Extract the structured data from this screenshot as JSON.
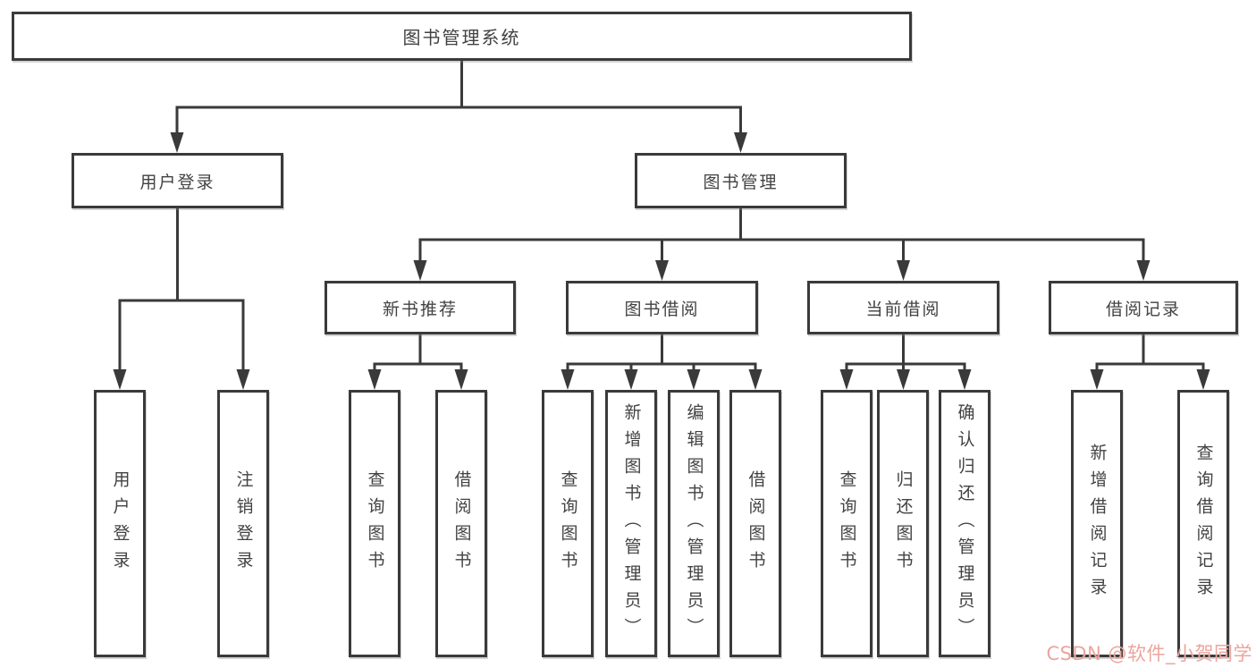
{
  "title": "图书管理系统",
  "tree": {
    "label": "图书管理系统",
    "children": [
      {
        "label": "用户登录",
        "children": [
          {
            "label": "用户登录"
          },
          {
            "label": "注销登录"
          }
        ]
      },
      {
        "label": "图书管理",
        "children": [
          {
            "label": "新书推荐",
            "children": [
              {
                "label": "查询图书"
              },
              {
                "label": "借阅图书"
              }
            ]
          },
          {
            "label": "图书借阅",
            "children": [
              {
                "label": "查询图书"
              },
              {
                "label": "新增图书（管理员）"
              },
              {
                "label": "编辑图书（管理员）"
              },
              {
                "label": "借阅图书"
              }
            ]
          },
          {
            "label": "当前借阅",
            "children": [
              {
                "label": "查询图书"
              },
              {
                "label": "归还图书"
              },
              {
                "label": "确认归还（管理员）"
              }
            ]
          },
          {
            "label": "借阅记录",
            "children": [
              {
                "label": "新增借阅记录"
              },
              {
                "label": "查询借阅记录"
              }
            ]
          }
        ]
      }
    ]
  },
  "watermark": {
    "text": "CSDN @软件_小贺同学"
  },
  "colors": {
    "line": "#3a3a3a",
    "border": "#3a3a3a",
    "text": "#424242",
    "background": "#ffffff",
    "watermark": "#eba098"
  }
}
